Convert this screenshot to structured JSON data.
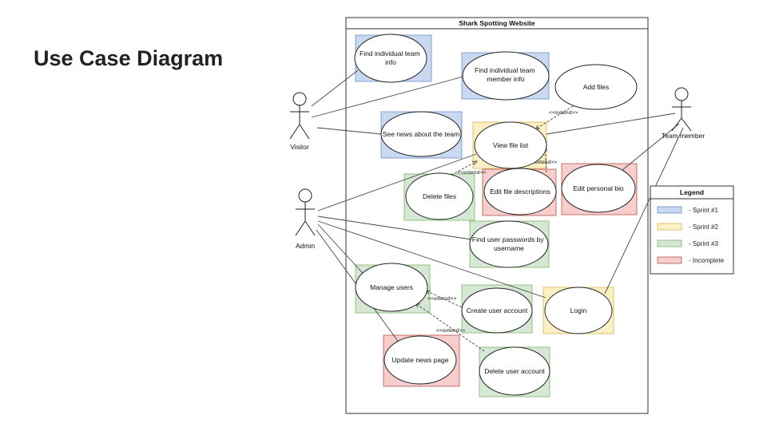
{
  "slide": {
    "title": "Use Case Diagram"
  },
  "system": {
    "title": "Shark Spotting Website"
  },
  "colors": {
    "sprint1": "#c9d9f2",
    "sprint1_border": "#6c8ebf",
    "sprint2": "#fcf0c4",
    "sprint2_border": "#d6b656",
    "sprint3": "#d5e8d4",
    "sprint3_border": "#82b366",
    "incomplete": "#f8cecc",
    "incomplete_border": "#b85450"
  },
  "actors": {
    "visitor": "Visitor",
    "admin": "Admin",
    "team_member": "Team member"
  },
  "use_cases": {
    "find_team_info": [
      "Find individual team",
      "info"
    ],
    "find_member_info": [
      "Find individual team",
      "member info"
    ],
    "add_files": [
      "Add files"
    ],
    "see_news": [
      "See news about the team"
    ],
    "view_file_list": [
      "View file list"
    ],
    "delete_files": [
      "Delete files"
    ],
    "edit_file_desc": [
      "Edit file descriptions"
    ],
    "edit_bio": [
      "Edit personal bio"
    ],
    "find_passwords": [
      "Find user passwords by",
      "username"
    ],
    "manage_users": [
      "Manage users"
    ],
    "create_account": [
      "Create user account"
    ],
    "login": [
      "Login"
    ],
    "update_news": [
      "Update news page"
    ],
    "delete_account": [
      "Delete user account"
    ]
  },
  "extend_label": "<<extend>>",
  "legend": {
    "title": "Legend",
    "items": [
      {
        "label": "- Sprint #1",
        "color": "#c9d9f2",
        "border": "#6c8ebf"
      },
      {
        "label": "- Sprint #2",
        "color": "#fcf0c4",
        "border": "#d6b656"
      },
      {
        "label": "- Sprint #3",
        "color": "#d5e8d4",
        "border": "#82b366"
      },
      {
        "label": "- Incomplete",
        "color": "#f8cecc",
        "border": "#b85450"
      }
    ]
  }
}
